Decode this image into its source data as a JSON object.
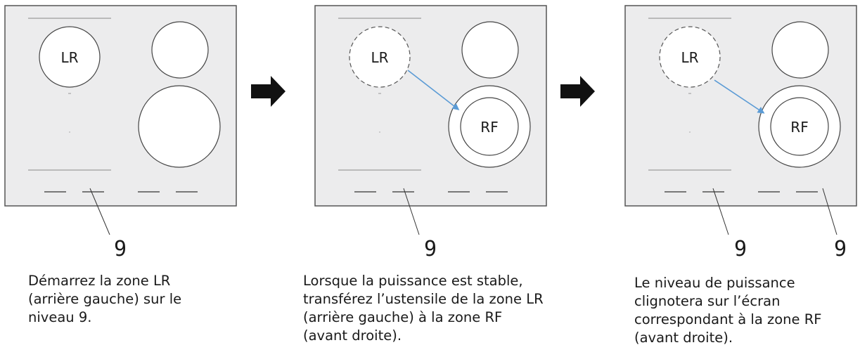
{
  "colors": {
    "panel_fill": "#ececed",
    "panel_stroke": "#555555",
    "arrow_blue": "#5b9bd5",
    "step_arrow": "#111111"
  },
  "panels": [
    {
      "zone_lr_label": "LR",
      "display_digit": "9",
      "caption": "Démarrez la zone LR\n(arrière gauche) sur le\nniveau 9."
    },
    {
      "zone_lr_label": "LR",
      "zone_rf_label": "RF",
      "display_digit": "9",
      "caption": "Lorsque la puissance est stable,\ntransférez l’ustensile de la zone LR\n(arrière gauche) à la zone RF\n(avant droite)."
    },
    {
      "zone_lr_label": "LR",
      "zone_rf_label": "RF",
      "display_digit_left": "9",
      "display_digit_right": "9",
      "caption": "Le niveau de puissance\nclignotera sur l’écran\ncorrespondant à la zone RF\n(avant droite)."
    }
  ]
}
